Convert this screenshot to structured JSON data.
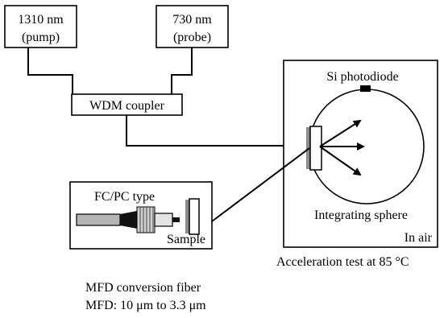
{
  "pump_box": {
    "line1": "1310 nm",
    "line2": "(pump)"
  },
  "probe_box": {
    "line1": "730 nm",
    "line2": "(probe)"
  },
  "coupler": {
    "label": "WDM coupler"
  },
  "enclosure": {
    "detector_label": "Si photodiode",
    "sphere_label": "Integrating sphere",
    "ambient_label": "In air",
    "test_caption": "Acceleration test at 85 °C"
  },
  "connector": {
    "type_label": "FC/PC type",
    "sample_label": "Sample"
  },
  "fiber_caption": {
    "line1": "MFD conversion fiber",
    "line2": "MFD: 10 μm to 3.3 μm"
  }
}
